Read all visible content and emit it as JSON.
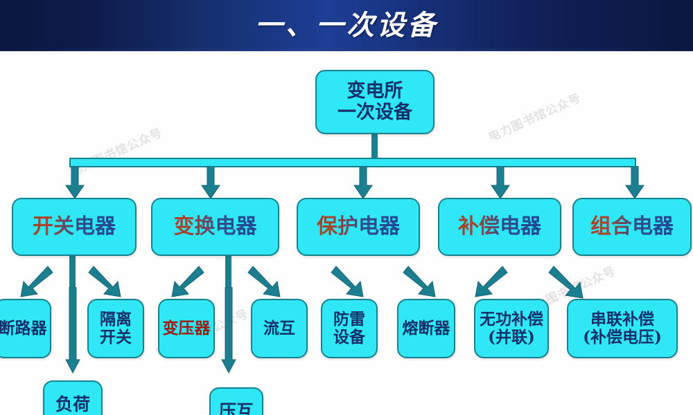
{
  "header": {
    "title": "一、一次设备"
  },
  "watermark": {
    "text": "电力图书馆公众号"
  },
  "colors": {
    "node_fill": "#2fe7f5",
    "node_border": "#17818f",
    "node_text": "#14306b",
    "accent_red": "#9d1b14",
    "title_bg_dark": "#0b1740",
    "title_bg_light": "#1d3e96",
    "connector": "#1b7f90"
  },
  "diagram": {
    "type": "tree",
    "root": {
      "label_lines": [
        "变电所",
        "一次设备"
      ]
    },
    "level2": [
      {
        "label": "开关电器"
      },
      {
        "label": "变换电器"
      },
      {
        "label": "保护电器"
      },
      {
        "label": "补偿电器"
      },
      {
        "label": "组合电器"
      }
    ],
    "level3": [
      {
        "label_lines": [
          "断路器"
        ],
        "parent": "开关电器"
      },
      {
        "label_lines": [
          "隔离",
          "开关"
        ],
        "parent": "开关电器"
      },
      {
        "label_lines": [
          "变压器"
        ],
        "parent": "变换电器",
        "style": "red"
      },
      {
        "label_lines": [
          "流互"
        ],
        "parent": "变换电器"
      },
      {
        "label_lines": [
          "防雷",
          "设备"
        ],
        "parent": "保护电器"
      },
      {
        "label_lines": [
          "熔断器"
        ],
        "parent": "保护电器"
      },
      {
        "label_lines": [
          "无功补偿",
          "(并联)"
        ],
        "parent": "补偿电器"
      },
      {
        "label_lines": [
          "串联补偿",
          "(补偿电压)"
        ],
        "parent": "补偿电器"
      }
    ],
    "level4": [
      {
        "label_lines": [
          "负荷"
        ],
        "parent": "开关电器"
      },
      {
        "label_lines": [
          "压互"
        ],
        "parent": "变换电器"
      }
    ]
  }
}
